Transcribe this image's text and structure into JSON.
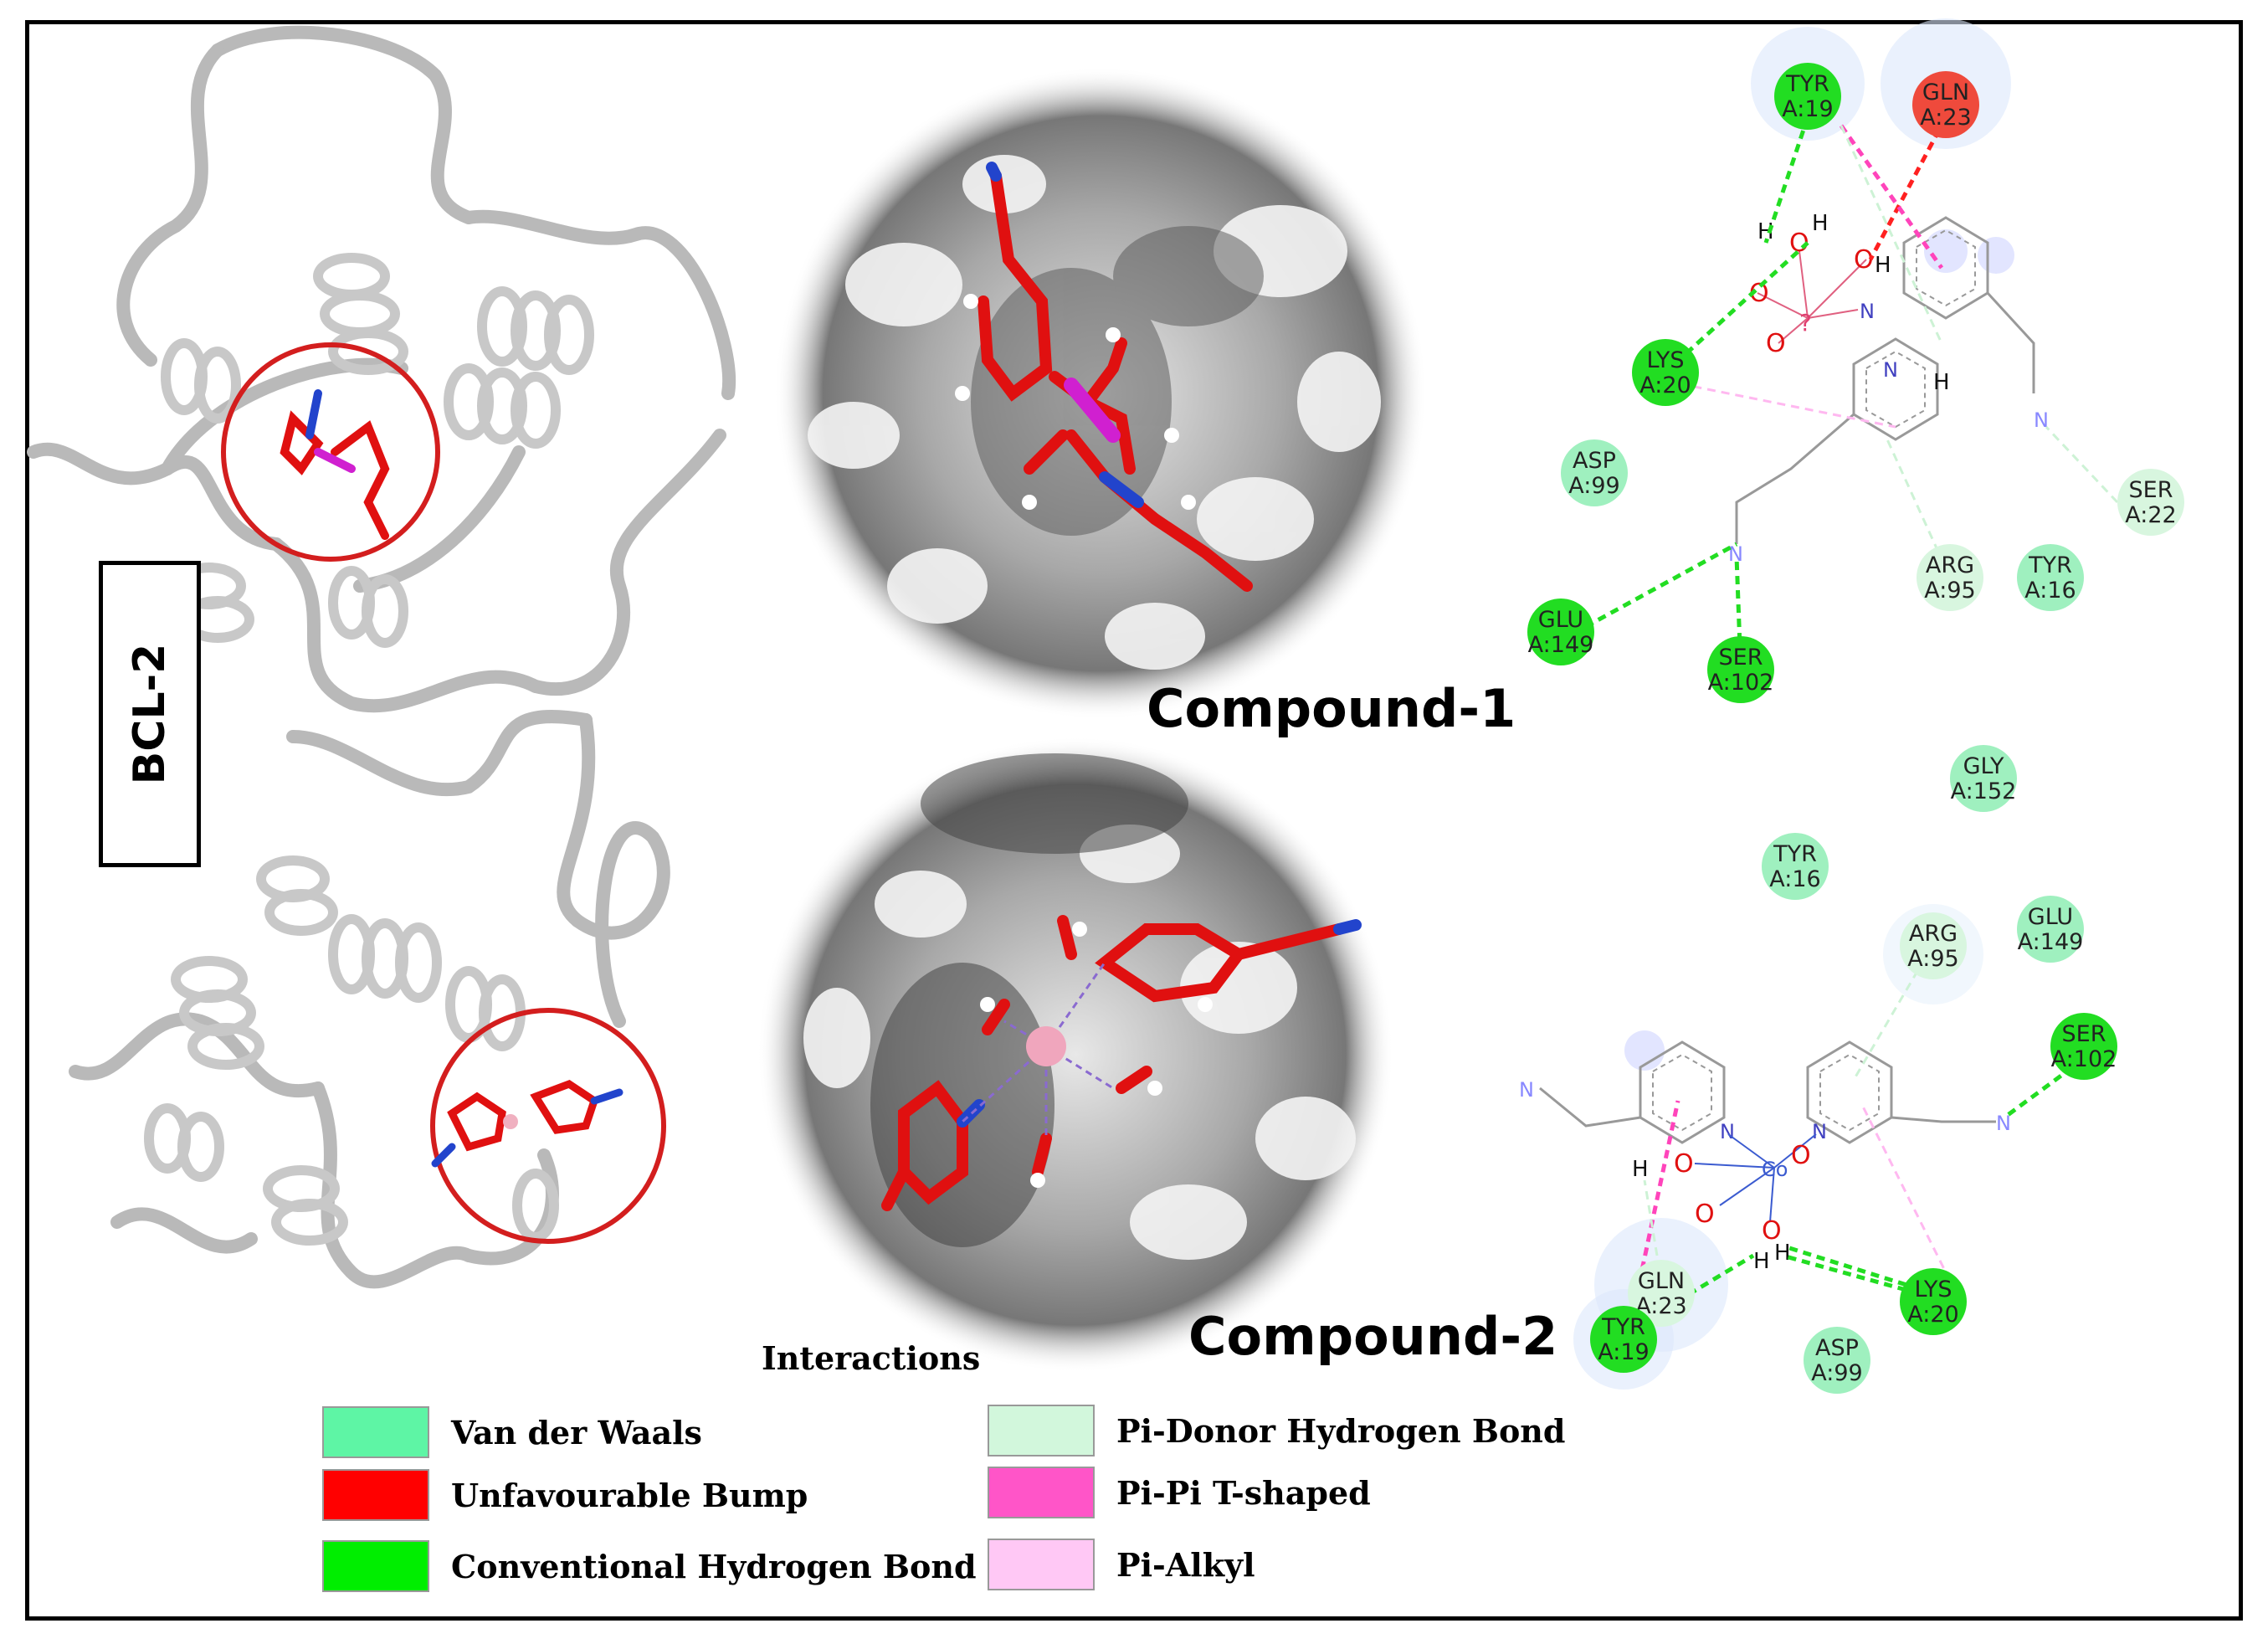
{
  "side_label": "BCL-2",
  "compounds": [
    {
      "title": "Compound-1"
    },
    {
      "title": "Compound-2"
    }
  ],
  "legend": {
    "title": "Interactions",
    "items": [
      {
        "label": "Van der Waals",
        "color": "#5ef5a5"
      },
      {
        "label": "Unfavourable Bump",
        "color": "#ff0000"
      },
      {
        "label": "Conventional Hydrogen Bond",
        "color": "#00ee00"
      },
      {
        "label": "Pi-Donor Hydrogen Bond",
        "color": "#d2f7dc"
      },
      {
        "label": "Pi-Pi T-shaped",
        "color": "#ff55c8"
      },
      {
        "label": "Pi-Alkyl",
        "color": "#ffc8f5"
      }
    ]
  },
  "diagram1": {
    "metal": "?",
    "residues": [
      {
        "name": "TYR",
        "id": "A:19",
        "type": "conventional-hbond"
      },
      {
        "name": "GLN",
        "id": "A:23",
        "type": "unfavourable-bump"
      },
      {
        "name": "LYS",
        "id": "A:20",
        "type": "conventional-hbond"
      },
      {
        "name": "ASP",
        "id": "A:99",
        "type": "van-der-waals"
      },
      {
        "name": "SER",
        "id": "A:22",
        "type": "pi-donor-hbond"
      },
      {
        "name": "ARG",
        "id": "A:95",
        "type": "pi-donor-hbond"
      },
      {
        "name": "TYR",
        "id": "A:16",
        "type": "van-der-waals"
      },
      {
        "name": "GLU",
        "id": "A:149",
        "type": "conventional-hbond"
      },
      {
        "name": "SER",
        "id": "A:102",
        "type": "conventional-hbond"
      }
    ]
  },
  "diagram2": {
    "metal": "Co",
    "residues": [
      {
        "name": "GLY",
        "id": "A:152",
        "type": "van-der-waals"
      },
      {
        "name": "TYR",
        "id": "A:16",
        "type": "van-der-waals"
      },
      {
        "name": "ARG",
        "id": "A:95",
        "type": "pi-donor-hbond"
      },
      {
        "name": "GLU",
        "id": "A:149",
        "type": "van-der-waals"
      },
      {
        "name": "SER",
        "id": "A:102",
        "type": "conventional-hbond"
      },
      {
        "name": "GLN",
        "id": "A:23",
        "type": "pi-donor-hbond"
      },
      {
        "name": "TYR",
        "id": "A:19",
        "type": "conventional-hbond"
      },
      {
        "name": "LYS",
        "id": "A:20",
        "type": "conventional-hbond"
      },
      {
        "name": "ASP",
        "id": "A:99",
        "type": "van-der-waals"
      }
    ]
  }
}
